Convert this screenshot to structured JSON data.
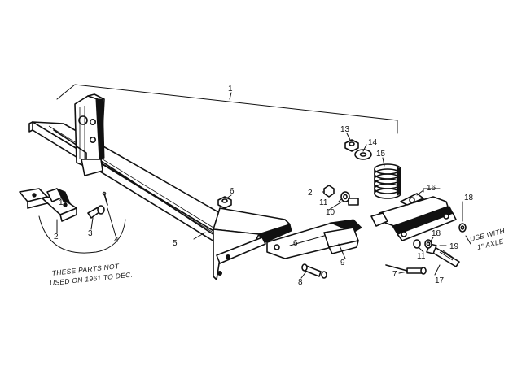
{
  "callouts": {
    "c1": "1",
    "c2a": "2",
    "c2b": "2",
    "c3": "3",
    "c4": "4",
    "c5": "5",
    "c6a": "6",
    "c6b": "6",
    "c7": "7",
    "c8": "8",
    "c9": "9",
    "c10": "10",
    "c11a": "11",
    "c11b": "11",
    "c12": "12",
    "c13": "13",
    "c14": "14",
    "c15": "15",
    "c16": "16",
    "c17": "17",
    "c18a": "18",
    "c18b": "18",
    "c19": "19"
  },
  "notes": {
    "not_used_line1": "THESE PARTS NOT",
    "not_used_line2": "USED ON 1961 TO DEC.",
    "use_with_line1": "USE WITH",
    "use_with_line2": "1\" AXLE"
  }
}
